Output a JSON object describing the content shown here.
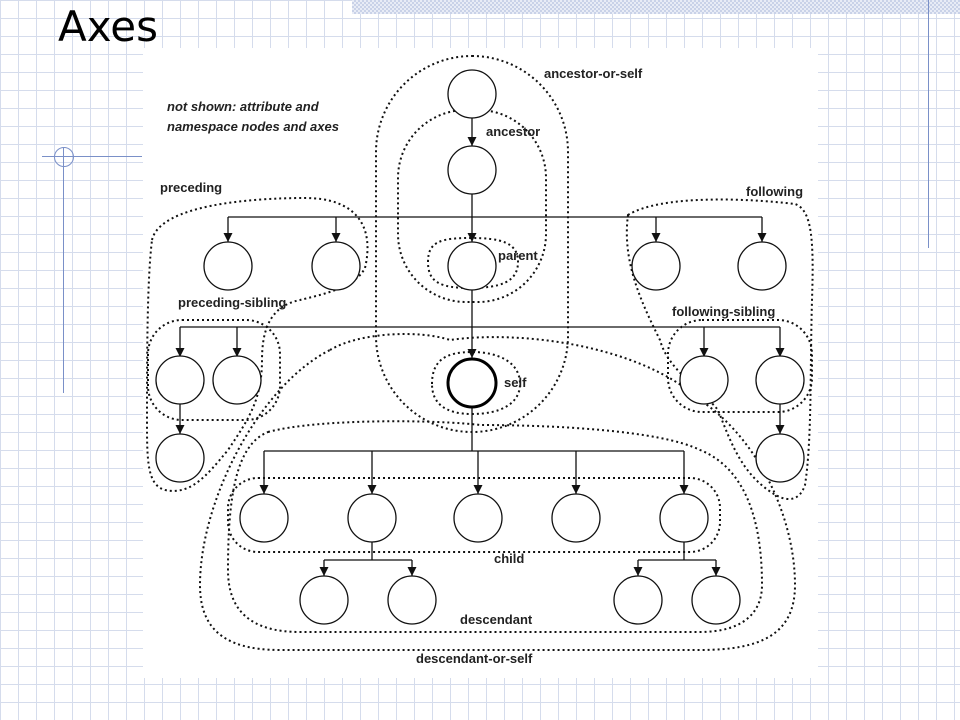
{
  "slide": {
    "title": "Axes"
  },
  "diagram": {
    "note_line1": "not shown: attribute and",
    "note_line2": "namespace nodes and axes",
    "labels": {
      "ancestor_or_self": "ancestor-or-self",
      "ancestor": "ancestor",
      "parent": "parent",
      "self": "self",
      "preceding": "preceding",
      "preceding_sibling": "preceding-sibling",
      "following": "following",
      "following_sibling": "following-sibling",
      "child": "child",
      "descendant": "descendant",
      "descendant_or_self": "descendant-or-self"
    }
  }
}
